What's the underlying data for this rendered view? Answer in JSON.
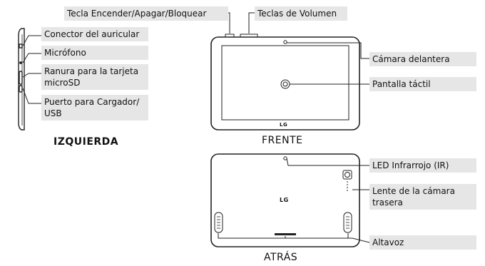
{
  "labels": {
    "power_key": "Tecla Encender/Apagar/Bloquear",
    "volume_keys": "Teclas de Volumen",
    "headset_jack": "Conector del auricular",
    "microphone": "Micrófono",
    "microsd_slot": "Ranura para la tarjeta microSD",
    "charger_port": "Puerto para Cargador/ USB",
    "front_camera": "Cámara delantera",
    "touchscreen": "Pantalla táctil",
    "ir_led": "LED Infrarrojo (IR)",
    "rear_camera_lens": "Lente de la cámara trasera",
    "speaker": "Altavoz"
  },
  "captions": {
    "left": "IZQUIERDA",
    "front": "FRENTE",
    "back": "ATRÁS"
  },
  "logos": {
    "front": "LG",
    "back": "LG"
  },
  "colors": {
    "label_bg": "#e6e6e6",
    "line": "#222222",
    "background": "#ffffff"
  }
}
